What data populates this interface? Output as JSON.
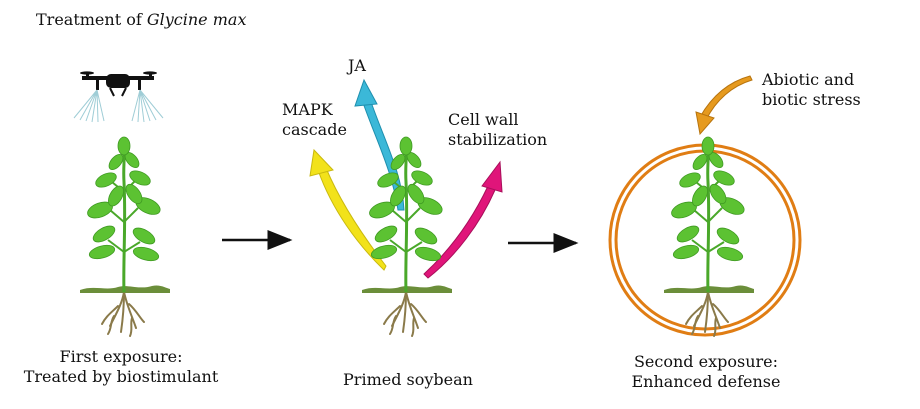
{
  "title": {
    "prefix": "Treatment of ",
    "species": "Glycine max"
  },
  "pathways": {
    "ja": "JA",
    "mapk_line1": "MAPK",
    "mapk_line2": "cascade",
    "cellwall_line1": "Cell wall",
    "cellwall_line2": "stabilization"
  },
  "stress": {
    "line1": "Abiotic and",
    "line2": "biotic stress"
  },
  "stages": {
    "first_line1": "First exposure:",
    "first_line2": "Treated by biostimulant",
    "primed": "Primed soybean",
    "second_line1": "Second exposure:",
    "second_line2": "Enhanced defense"
  },
  "colors": {
    "leaf": "#5cc232",
    "leaf_dark": "#3f9a22",
    "root": "#8a7a4a",
    "soil": "#6b8e3a",
    "ja_arrow": "#3bb8d8",
    "mapk_arrow": "#f2e21a",
    "cellwall_arrow": "#e0157a",
    "stress_arrow": "#e69a1e",
    "ring": "#e07d14"
  },
  "icons": [
    "drone-icon",
    "spray-icon",
    "soybean-plant-icon",
    "arrow-right-icon"
  ]
}
